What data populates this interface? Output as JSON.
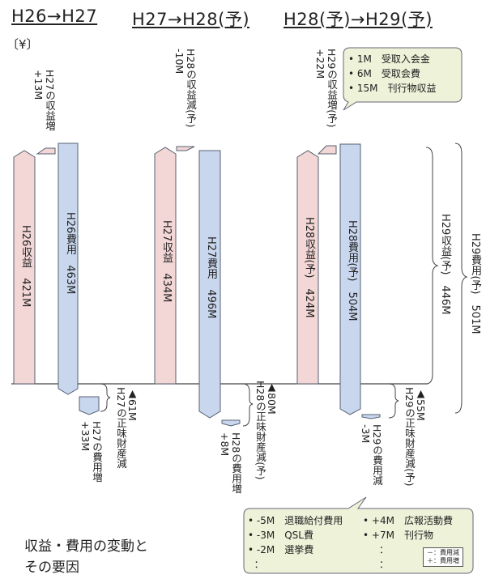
{
  "headers": [
    "H26→H27",
    "H27→H28(予)",
    "H28(予)→H29(予)"
  ],
  "unit": "〔¥〕",
  "bars": [
    {
      "label": "H26収益　421M",
      "type": "income",
      "value": 421
    },
    {
      "label": "H26費用　463M",
      "type": "expense",
      "value": 463
    },
    {
      "label": "H27収益　434M",
      "type": "income",
      "value": 434
    },
    {
      "label": "H27費用　496M",
      "type": "expense",
      "value": 496
    },
    {
      "label": "H28収益(予)　424M",
      "type": "income",
      "value": 424
    },
    {
      "label": "H28費用(予)　504M",
      "type": "expense",
      "value": 504
    }
  ],
  "changes": {
    "inc1": {
      "line1": "H27の収益増",
      "line2": "+13M"
    },
    "inc2": {
      "line1": "H28の収益減(予)",
      "line2": "-10M"
    },
    "inc3": {
      "line1": "H29の収益増(予)",
      "line2": "+22M"
    },
    "exp1": {
      "line1": "H27の費用増",
      "line2": "+33M"
    },
    "exp2": {
      "line1": "H28の費用増",
      "line2": "+8M"
    },
    "exp3": {
      "line1": "H29の費用減",
      "line2": "-3M"
    },
    "net1": {
      "line1": "▲61M",
      "line2": "H27の正味財産減"
    },
    "net2": {
      "line1": "▲80M",
      "line2": "H28の正味財産減(予)"
    },
    "net3": {
      "line1": "▲55M",
      "line2": "H29の正味財産減(予)"
    }
  },
  "totals": {
    "income": "H29収益(予)　446M",
    "expense": "H29費用(予)　501M"
  },
  "income_box": {
    "items": [
      "1M　受取入会金",
      "6M　受取会費",
      "15M　刊行物収益"
    ]
  },
  "expense_box": {
    "left": [
      "-5M　退職給付費用",
      "-3M　QSL費",
      "-2M　選挙費",
      "："
    ],
    "right": [
      "+4M　広報活動費",
      "+7M　刊行物",
      "：",
      "："
    ]
  },
  "legend": {
    "line1": "－：費用減",
    "line2": "＋：費用増"
  },
  "title": {
    "line1": "収益・費用の変動と",
    "line2": "その要因"
  },
  "colors": {
    "income": "#f3d6d6",
    "expense": "#c9d7ee",
    "outline": "#556070",
    "box_bg": "#eef2d9"
  }
}
